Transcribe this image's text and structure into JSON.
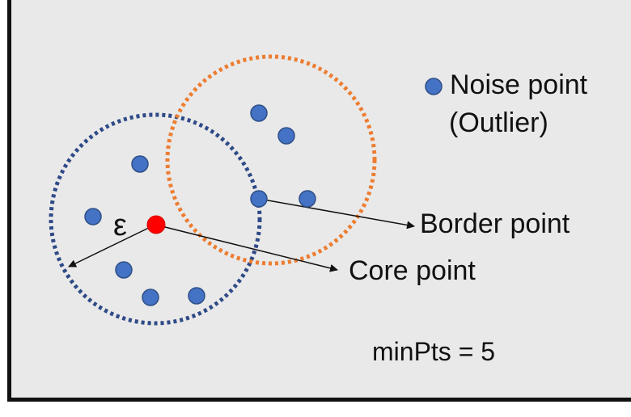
{
  "labels": {
    "noise": "Noise point",
    "outlier": "(Outlier)",
    "border": "Border point",
    "core": "Core point",
    "min_pts": "minPts = 5",
    "epsilon": "ε"
  },
  "colors": {
    "background": "#e9e9e9",
    "point": "#4472c4",
    "point_stroke": "#2f4f87",
    "core_point": "#ff0000",
    "blue_circle": "#2e4a87",
    "orange_circle": "#ed7d31",
    "frame": "#111111"
  },
  "legend_icon": "noise-point-icon"
}
